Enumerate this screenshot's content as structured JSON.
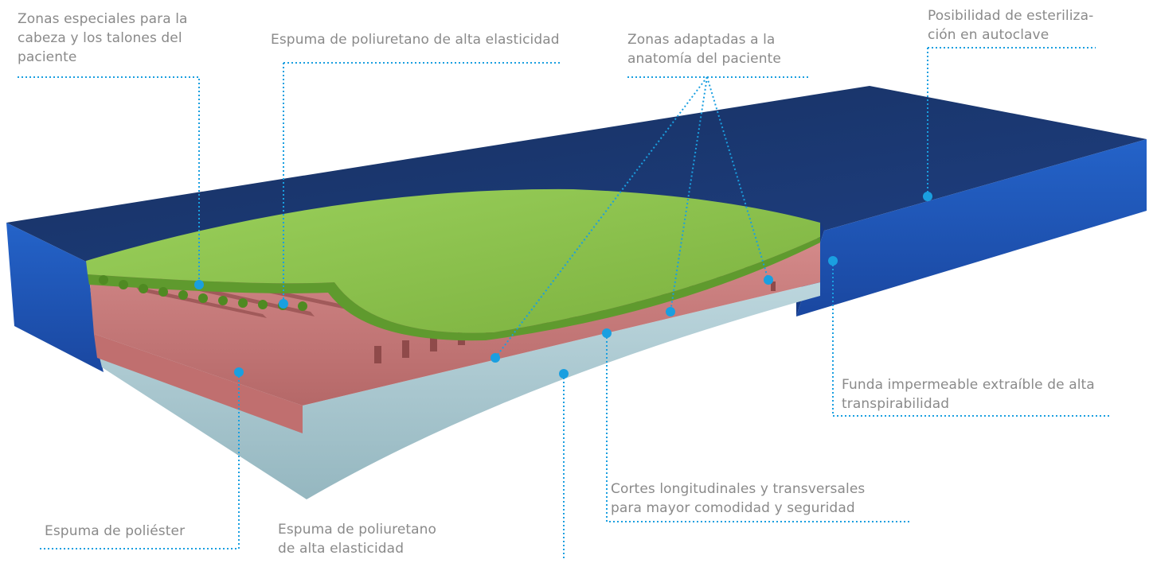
{
  "labels": {
    "head_heels": [
      "Zonas especiales para la",
      "cabeza y los talones del",
      "paciente"
    ],
    "pu_top": [
      "Espuma de poliuretano de alta elasticidad"
    ],
    "anatomy": [
      "Zonas adaptadas a la",
      "anatomía del paciente"
    ],
    "sterilization": [
      "Posibilidad de esteriliza-",
      "ción en autoclave"
    ],
    "cover": [
      "Funda impermeable extraíble de alta",
      "transpirabilidad"
    ],
    "cuts": [
      "Cortes longitudinales y transversales",
      "para mayor comodidad y seguridad"
    ],
    "polyester": [
      "Espuma de poliéster"
    ],
    "pu_bottom": [
      "Espuma de poliuretano",
      "de alta  elasticidad"
    ]
  },
  "colors": {
    "cover_top": "#1c3a78",
    "cover_side": "#1f56b8",
    "green": "#8cc152",
    "pink": "#c77b7b",
    "gray": "#a8c6cf",
    "accent": "#1a9fe0",
    "text": "#8a8a8a"
  }
}
